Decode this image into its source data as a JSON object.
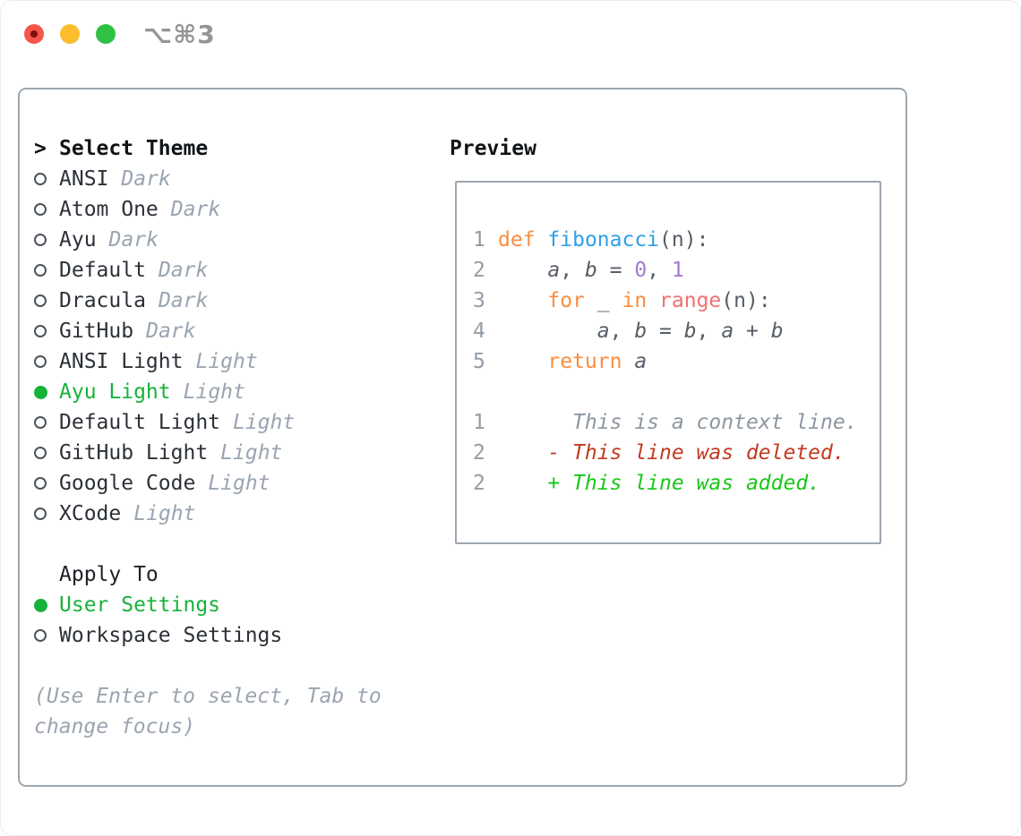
{
  "window": {
    "title": "⌥⌘3",
    "traffic_lights": [
      "close",
      "minimize",
      "zoom"
    ]
  },
  "theme_selector": {
    "heading_prefix": ">",
    "heading": "Select Theme",
    "items": [
      {
        "name": "ANSI",
        "variant": "Dark",
        "selected": false
      },
      {
        "name": "Atom One",
        "variant": "Dark",
        "selected": false
      },
      {
        "name": "Ayu",
        "variant": "Dark",
        "selected": false
      },
      {
        "name": "Default",
        "variant": "Dark",
        "selected": false
      },
      {
        "name": "Dracula",
        "variant": "Dark",
        "selected": false
      },
      {
        "name": "GitHub",
        "variant": "Dark",
        "selected": false
      },
      {
        "name": "ANSI Light",
        "variant": "Light",
        "selected": false
      },
      {
        "name": "Ayu Light",
        "variant": "Light",
        "selected": true
      },
      {
        "name": "Default Light",
        "variant": "Light",
        "selected": false
      },
      {
        "name": "GitHub Light",
        "variant": "Light",
        "selected": false
      },
      {
        "name": "Google Code",
        "variant": "Light",
        "selected": false
      },
      {
        "name": "XCode",
        "variant": "Light",
        "selected": false
      }
    ]
  },
  "apply_to": {
    "heading": "Apply To",
    "options": [
      {
        "label": "User Settings",
        "selected": true
      },
      {
        "label": "Workspace Settings",
        "selected": false
      }
    ]
  },
  "hint": {
    "line1": "(Use Enter to select, Tab to",
    "line2": "change focus)"
  },
  "preview": {
    "heading": "Preview",
    "lines": [
      {
        "num": "1",
        "segments": [
          {
            "text": "def",
            "style": "keyword"
          },
          {
            "text": " ",
            "style": "plain"
          },
          {
            "text": "fibonacci",
            "style": "function"
          },
          {
            "text": "(n):",
            "style": "plain"
          }
        ]
      },
      {
        "num": "2",
        "segments": [
          {
            "text": "    ",
            "style": "plain"
          },
          {
            "text": "a",
            "style": "variable"
          },
          {
            "text": ", ",
            "style": "plain"
          },
          {
            "text": "b",
            "style": "variable"
          },
          {
            "text": " = ",
            "style": "plain"
          },
          {
            "text": "0",
            "style": "number"
          },
          {
            "text": ", ",
            "style": "plain"
          },
          {
            "text": "1",
            "style": "number"
          }
        ]
      },
      {
        "num": "3",
        "segments": [
          {
            "text": "    ",
            "style": "plain"
          },
          {
            "text": "for",
            "style": "keyword"
          },
          {
            "text": " _ ",
            "style": "plain"
          },
          {
            "text": "in",
            "style": "keyword"
          },
          {
            "text": " ",
            "style": "plain"
          },
          {
            "text": "range",
            "style": "call"
          },
          {
            "text": "(n):",
            "style": "plain"
          }
        ]
      },
      {
        "num": "4",
        "segments": [
          {
            "text": "        ",
            "style": "plain"
          },
          {
            "text": "a",
            "style": "variable"
          },
          {
            "text": ", ",
            "style": "plain"
          },
          {
            "text": "b",
            "style": "variable"
          },
          {
            "text": " = ",
            "style": "plain"
          },
          {
            "text": "b",
            "style": "variable"
          },
          {
            "text": ", ",
            "style": "plain"
          },
          {
            "text": "a",
            "style": "variable"
          },
          {
            "text": " + ",
            "style": "plain"
          },
          {
            "text": "b",
            "style": "variable"
          }
        ]
      },
      {
        "num": "5",
        "segments": [
          {
            "text": "    ",
            "style": "plain"
          },
          {
            "text": "return",
            "style": "keyword"
          },
          {
            "text": " ",
            "style": "plain"
          },
          {
            "text": "a",
            "style": "variable"
          }
        ]
      },
      {
        "num": "",
        "segments": []
      },
      {
        "num": "1",
        "segments": [
          {
            "text": "      This is a context line.",
            "style": "context"
          }
        ]
      },
      {
        "num": "2",
        "segments": [
          {
            "text": "    - This line was deleted.",
            "style": "deleted"
          }
        ]
      },
      {
        "num": "2",
        "segments": [
          {
            "text": "    + This line was added.",
            "style": "added"
          }
        ]
      }
    ]
  },
  "colors": {
    "selection_green": "#17b23a",
    "diff_added": "#18c718",
    "diff_deleted": "#c33a1f",
    "syntax_keyword": "#fa8d3e",
    "syntax_function": "#2f9fe9",
    "syntax_call": "#f07171",
    "syntax_number": "#a37acc",
    "syntax_plain": "#565d65",
    "muted_gray": "#9aa4b1",
    "border_gray": "#9da6af",
    "traffic_red": "#f4564c",
    "traffic_yellow": "#fbbc2d",
    "traffic_green": "#2fc144"
  }
}
